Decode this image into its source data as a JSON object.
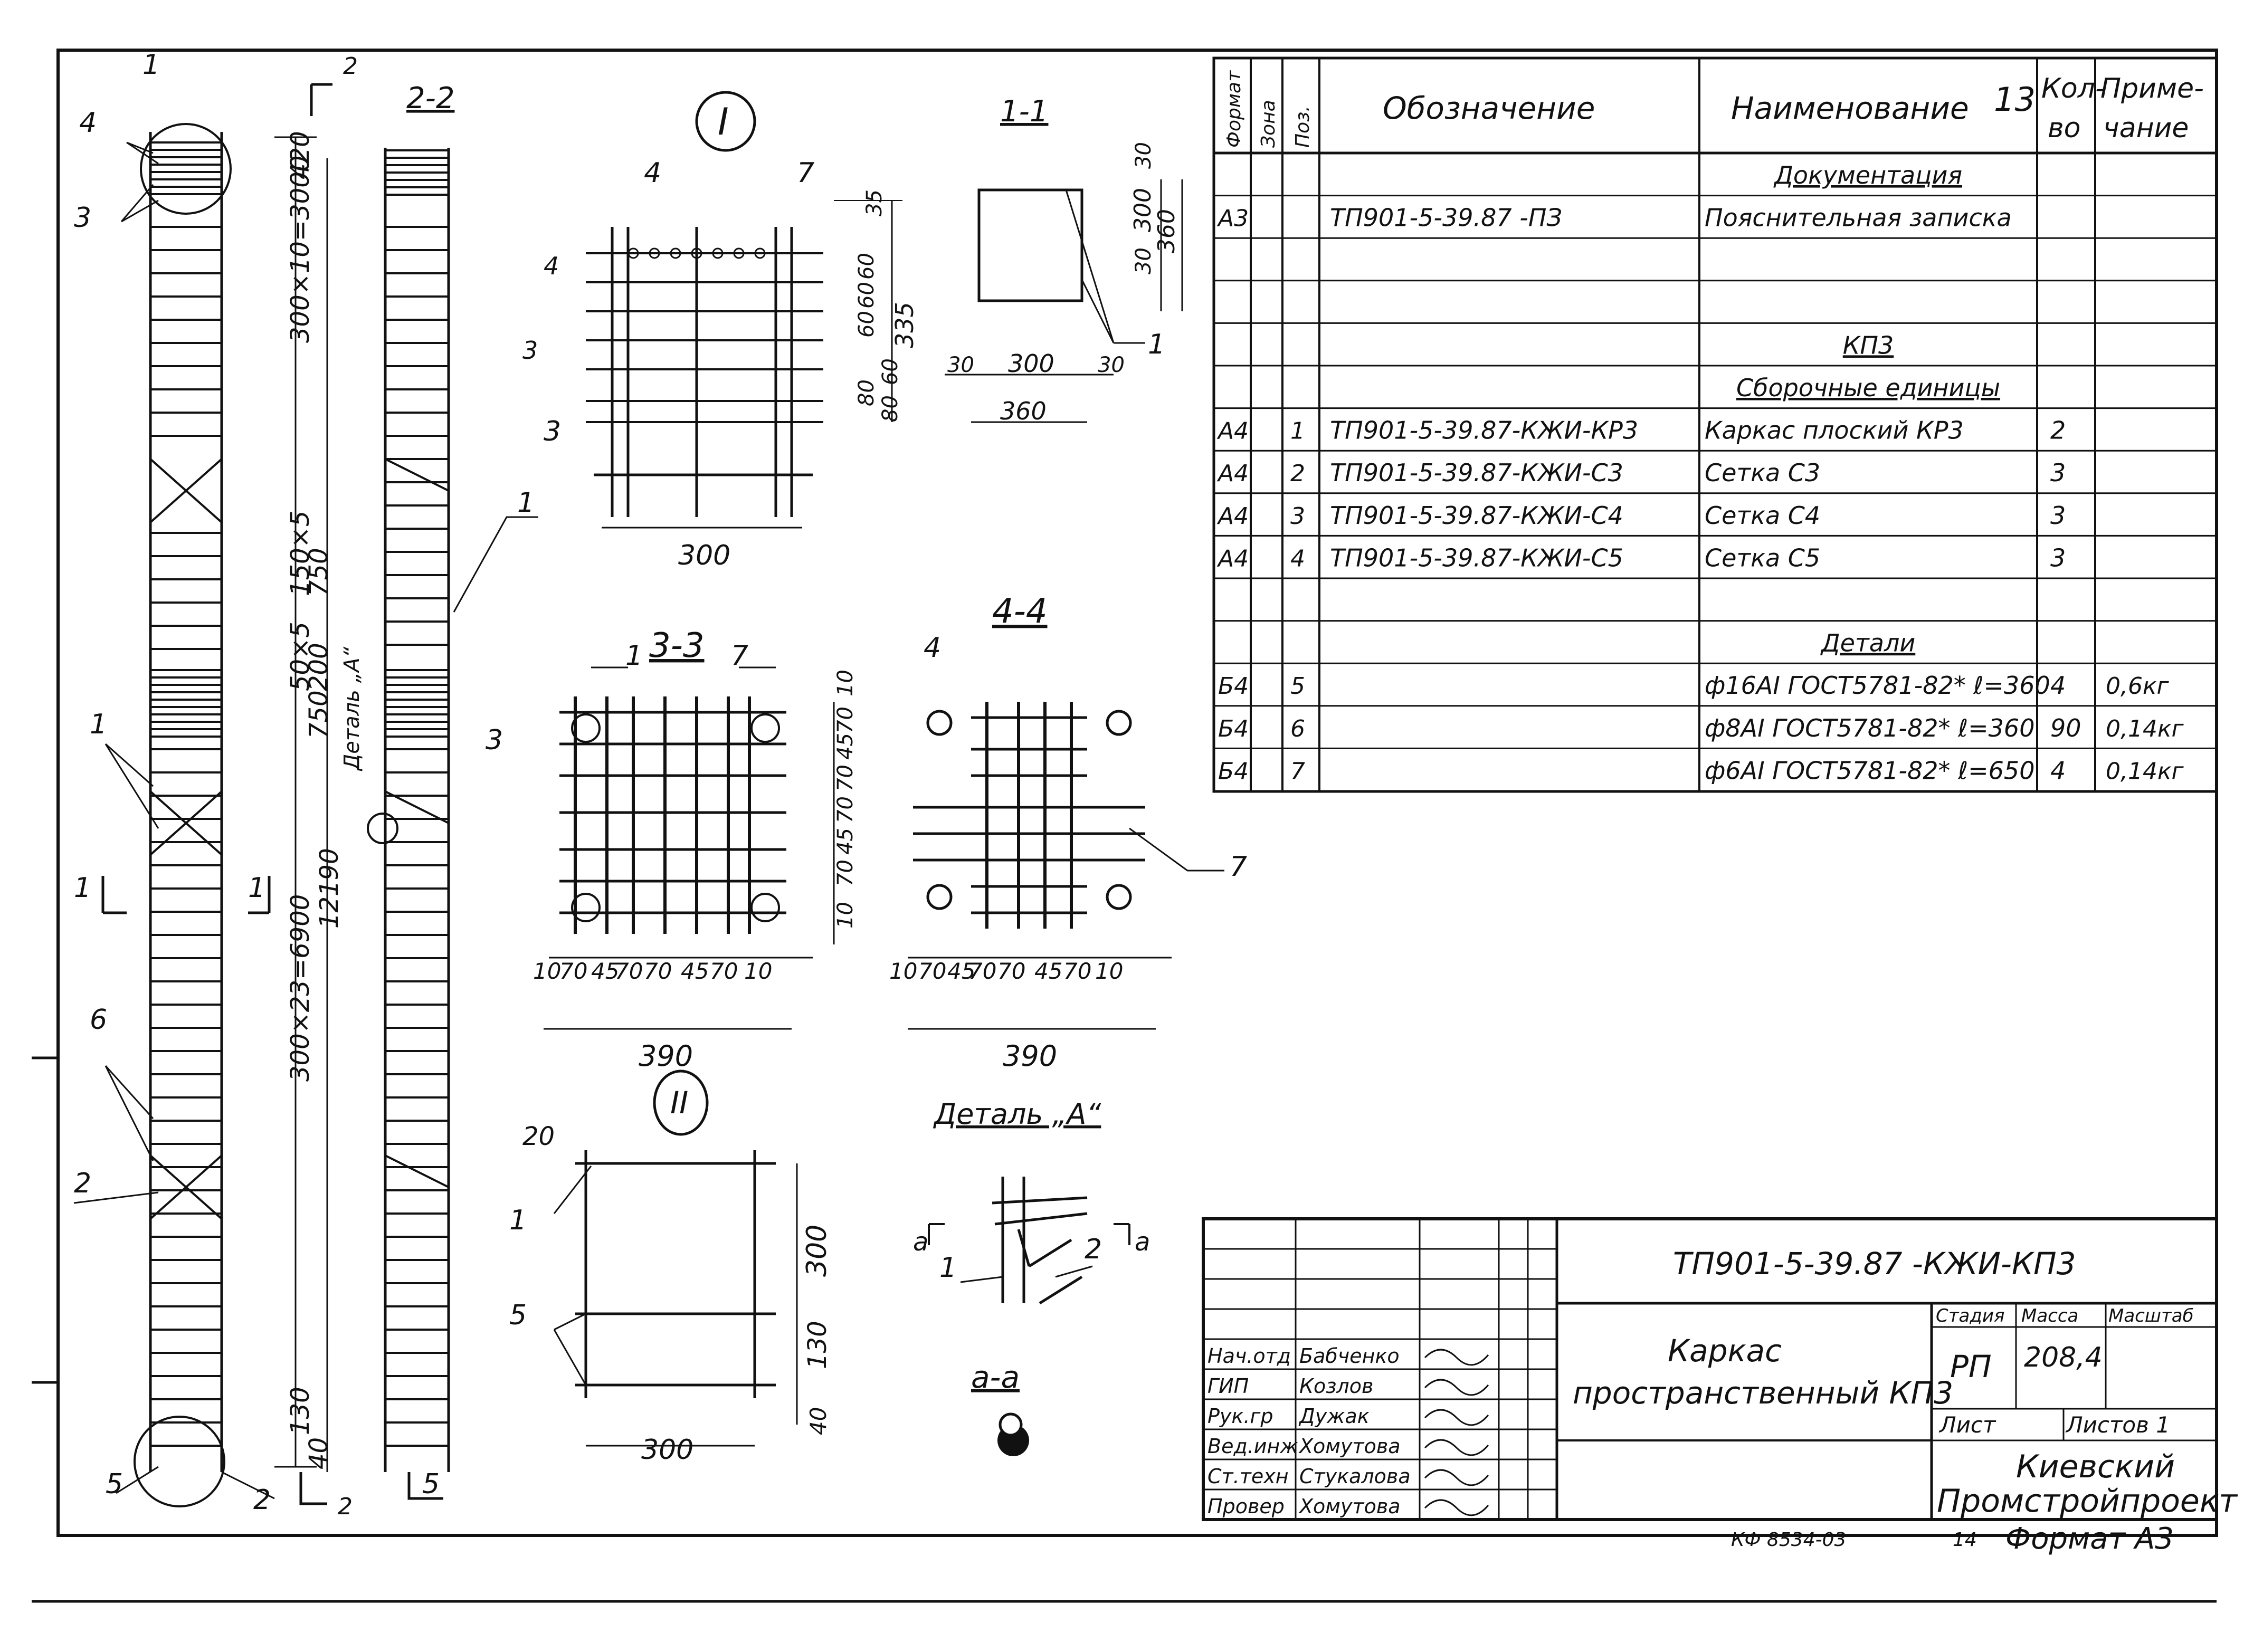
{
  "spec_table": {
    "page_number": "13",
    "headers": {
      "format": "Формат",
      "zone": "Зона",
      "pos": "Поз.",
      "designation": "Обозначение",
      "name": "Наименование",
      "qty_top": "Кол-",
      "qty_bottom": "во",
      "note_top": "Приме-",
      "note_bottom": "чание"
    },
    "rows": [
      {
        "format": "",
        "pos": "",
        "designation": "",
        "name": "Документация",
        "qty": "",
        "note": "",
        "section": true
      },
      {
        "format": "А3",
        "pos": "",
        "designation": "ТП901-5-39.87 -ПЗ",
        "name": "Пояснительная записка",
        "qty": "",
        "note": "",
        "section": false
      },
      {
        "format": "",
        "pos": "",
        "designation": "",
        "name": "",
        "qty": "",
        "note": "",
        "section": false
      },
      {
        "format": "",
        "pos": "",
        "designation": "",
        "name": "",
        "qty": "",
        "note": "",
        "section": false
      },
      {
        "format": "",
        "pos": "",
        "designation": "",
        "name": "КП3",
        "qty": "",
        "note": "",
        "section": true
      },
      {
        "format": "",
        "pos": "",
        "designation": "",
        "name": "Сборочные единицы",
        "qty": "",
        "note": "",
        "section": true
      },
      {
        "format": "А4",
        "pos": "1",
        "designation": "ТП901-5-39.87-КЖИ-КР3",
        "name": "Каркас плоский КР3",
        "qty": "2",
        "note": "",
        "section": false
      },
      {
        "format": "А4",
        "pos": "2",
        "designation": "ТП901-5-39.87-КЖИ-С3",
        "name": "Сетка С3",
        "qty": "3",
        "note": "",
        "section": false
      },
      {
        "format": "А4",
        "pos": "3",
        "designation": "ТП901-5-39.87-КЖИ-С4",
        "name": "Сетка С4",
        "qty": "3",
        "note": "",
        "section": false
      },
      {
        "format": "А4",
        "pos": "4",
        "designation": "ТП901-5-39.87-КЖИ-С5",
        "name": "Сетка С5",
        "qty": "3",
        "note": "",
        "section": false
      },
      {
        "format": "",
        "pos": "",
        "designation": "",
        "name": "",
        "qty": "",
        "note": "",
        "section": false
      },
      {
        "format": "",
        "pos": "",
        "designation": "",
        "name": "Детали",
        "qty": "",
        "note": "",
        "section": true
      },
      {
        "format": "Б4",
        "pos": "5",
        "designation": "",
        "name": "ф16АI ГОСТ5781-82* ℓ=360",
        "qty": "4",
        "note": "0,6кг",
        "section": false
      },
      {
        "format": "Б4",
        "pos": "6",
        "designation": "",
        "name": "ф8АI ГОСТ5781-82* ℓ=360",
        "qty": "90",
        "note": "0,14кг",
        "section": false
      },
      {
        "format": "Б4",
        "pos": "7",
        "designation": "",
        "name": "ф6АI ГОСТ5781-82* ℓ=650",
        "qty": "4",
        "note": "0,14кг",
        "section": false
      }
    ]
  },
  "title_block": {
    "doc_code": "ТП901-5-39.87 -КЖИ-КП3",
    "title_line1": "Каркас",
    "title_line2": "пространственный КП3",
    "stage_label": "Стадия",
    "mass_label": "Масса",
    "scale_label": "Масштаб",
    "stage": "РП",
    "mass": "208,4",
    "sheet_label": "Лист",
    "sheets_label": "Листов 1",
    "org_line1": "Киевский",
    "org_line2": "Промстройпроект",
    "staff": [
      {
        "role": "Нач.отд",
        "name": "Бабченко"
      },
      {
        "role": "ГИП",
        "name": "Козлов"
      },
      {
        "role": "Рук.гр",
        "name": "Дужак"
      },
      {
        "role": "Вед.инж",
        "name": "Хомутова"
      },
      {
        "role": "Ст.техн",
        "name": "Стукалова"
      },
      {
        "role": "Провер",
        "name": "Хомутова"
      }
    ]
  },
  "footer": {
    "stamp_code": "КФ 8534-03",
    "copy_no": "14",
    "format": "Формат А3"
  },
  "drawing": {
    "elevation": {
      "section_mark_top": "2",
      "section_mark_bottom": "2",
      "section_1_mark": "1",
      "dims": [
        "420",
        "300×10=3000",
        "150×5",
        "750",
        "50×5",
        "200",
        "750",
        "300×23=6900",
        "12190",
        "130",
        "40"
      ],
      "callouts": [
        "1",
        "4",
        "3",
        "1",
        "6",
        "2",
        "5",
        "2"
      ],
      "detail_label": "Деталь „А“"
    },
    "view_2_2": {
      "title": "2-2",
      "callouts": [
        "1",
        "5"
      ]
    },
    "view_I": {
      "title": "I",
      "callouts": [
        "4",
        "7",
        "3",
        "4",
        "3"
      ],
      "dims": [
        "35",
        "60",
        "60",
        "60",
        "335",
        "80",
        "60",
        "80",
        "300"
      ]
    },
    "section_1_1": {
      "title": "1-1",
      "dims": [
        "30",
        "300",
        "30",
        "360",
        "300",
        "30",
        "30",
        "360"
      ],
      "callouts": [
        "1"
      ]
    },
    "section_3_3": {
      "title": "3-3",
      "callouts": [
        "1",
        "7",
        "3"
      ],
      "dims_bottom": [
        "10",
        "70",
        "45",
        "70",
        "70",
        "45",
        "70",
        "10"
      ],
      "dims_side": [
        "10",
        "70",
        "45",
        "70",
        "70",
        "45",
        "70",
        "10"
      ],
      "total": "390"
    },
    "section_4_4": {
      "title": "4-4",
      "callouts": [
        "4",
        "7"
      ],
      "dims_bottom": [
        "10",
        "70",
        "45",
        "70",
        "70",
        "45",
        "70",
        "10"
      ],
      "total": "390"
    },
    "view_II": {
      "title": "II",
      "dims": [
        "20",
        "300",
        "130",
        "40",
        "300"
      ],
      "callouts": [
        "1",
        "5"
      ]
    },
    "detail_A": {
      "title": "Деталь „А“",
      "callouts": [
        "1",
        "2"
      ],
      "cut": "а"
    },
    "section_a_a": {
      "title": "а-а"
    }
  }
}
